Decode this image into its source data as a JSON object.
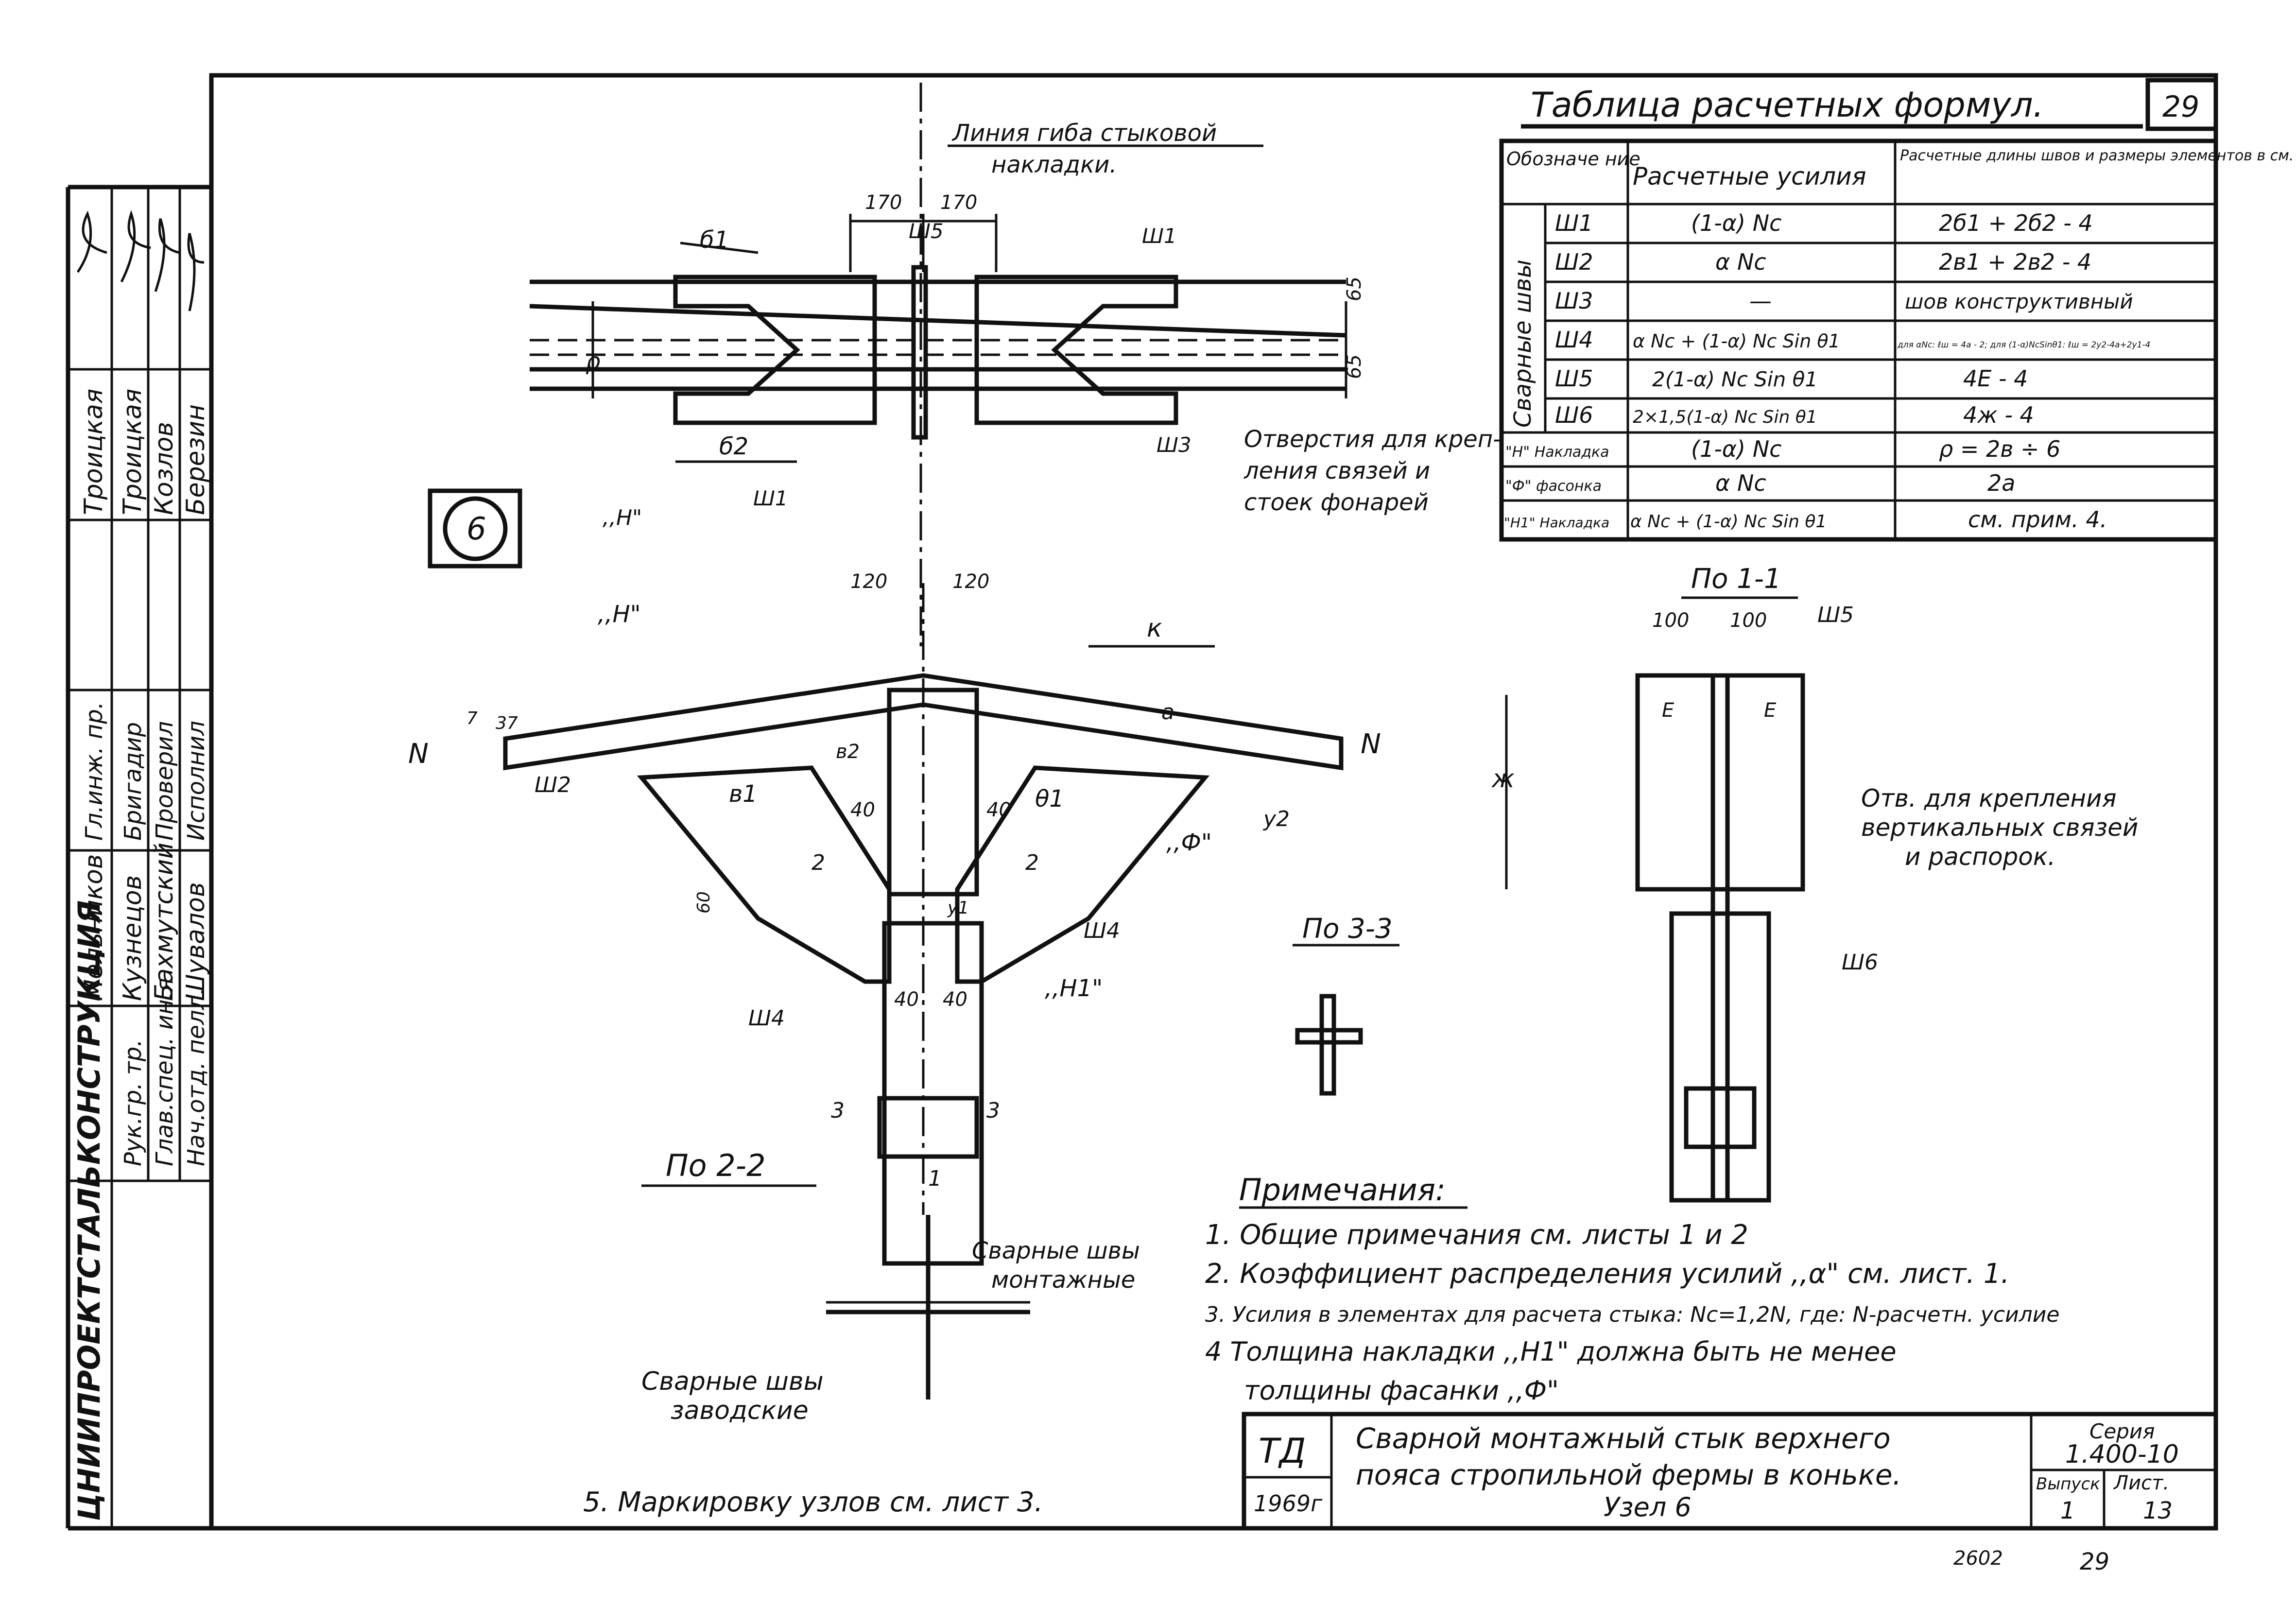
{
  "sheet": {
    "number_corner": "29",
    "node_circle": "6",
    "bottom_stamp": "2602",
    "bottom_page": "29"
  },
  "left_stamp": {
    "org_lines": [
      "ЦНИИПРОЕКТСТАЛЬКОНСТРУКЦИЯ"
    ],
    "roles": [
      "Рук.гр. тр.",
      "Глав.спец. ин.я",
      "Нач.отд. пелл.",
      "Гл.инж. пр.",
      "Бригадир",
      "Проверил",
      "Исполнил"
    ],
    "names": [
      "Мельников",
      "Кузнецов",
      "Бахмутский",
      "Шувалов",
      "Троицкая",
      "Троицкая",
      "Козлов",
      "Березин"
    ]
  },
  "table": {
    "title": "Таблица расчетных формул.",
    "headers": [
      "Обозначе ние",
      "Расчетные усилия",
      "Расчетные длины швов и размеры элементов в см."
    ],
    "group_label": "Сварные швы",
    "rows": [
      {
        "mark": "Ш1",
        "force": "(1-α) Nc",
        "length": "2б1 + 2б2 - 4"
      },
      {
        "mark": "Ш2",
        "force": "α Nc",
        "length": "2в1 + 2в2 - 4"
      },
      {
        "mark": "Ш3",
        "force": "—",
        "length": "шов конструктивный"
      },
      {
        "mark": "Ш4",
        "force": "α Nc + (1-α) Nc Sin θ1",
        "length": "для αNc: ℓш = 4a - 2; для (1-α)NcSinθ1: ℓш = 2y2-4a+2y1-4"
      },
      {
        "mark": "Ш5",
        "force": "2(1-α) Nc Sin θ1",
        "length": "4E - 4"
      },
      {
        "mark": "Ш6",
        "force": "2×1,5(1-α) Nc Sin θ1",
        "length": "4ж - 4"
      },
      {
        "mark": "\"Н\" Накладка",
        "force": "(1-α) Nc",
        "length": "ρ = 2в ÷ 6"
      },
      {
        "mark": "\"Ф\" фасонка",
        "force": "α Nc",
        "length": "2a"
      },
      {
        "mark": "\"Н1\" Накладка",
        "force": "α Nc + (1-α) Nc Sin θ1",
        "length": "см. прим. 4."
      }
    ]
  },
  "drawing_labels": {
    "bend_line": "Линия гиба стыковой",
    "bend_line2": "накладки.",
    "holes_top": "Отверстия для креп-",
    "holes_top2": "ления связей и",
    "holes_top3": "стоек фонарей",
    "holes_right": "Отв. для крепления",
    "holes_right2": "вертикальных связей",
    "holes_right3": "и распорок.",
    "section_11": "По 1-1",
    "section_22": "По 2-2",
    "section_33": "По 3-3",
    "weld_field": "Сварные швы",
    "weld_field2": "монтажные",
    "weld_shop": "Сварные швы",
    "weld_shop2": "заводские",
    "mark_N": "N",
    "mark_H": ",,Н\"",
    "mark_F": ",,Ф\"",
    "mark_H1": ",,Н1\"",
    "dims": [
      "170",
      "170",
      "120",
      "120",
      "100",
      "100",
      "40",
      "40",
      "40",
      "40",
      "65",
      "65",
      "60",
      "37",
      "7"
    ]
  },
  "notes": {
    "heading": "Примечания:",
    "items": [
      "1. Общие примечания см. листы 1 и 2",
      "2. Коэффициент распределения усилий ,,α\" см. лист. 1.",
      "3. Усилия в элементах для расчета стыка: Nc=1,2N,        где: N-расчетн. усилие",
      "4        Толщина    накладки ,,Н1\" должна быть не менее",
      "толщины фасанки ,,Ф\""
    ],
    "note5": "5. Маркировку узлов см. лист 3."
  },
  "title_block": {
    "code": "ТД",
    "year": "1969г",
    "title_line1": "Сварной монтажный стык верхнего",
    "title_line2": "пояса стропильной фермы в коньке.",
    "title_line3": "Узел 6",
    "series_label": "Серия",
    "series_value": "1.400-10",
    "issue_label": "Выпуск",
    "issue_value": "1",
    "sheet_label": "Лист.",
    "sheet_value": "13"
  }
}
